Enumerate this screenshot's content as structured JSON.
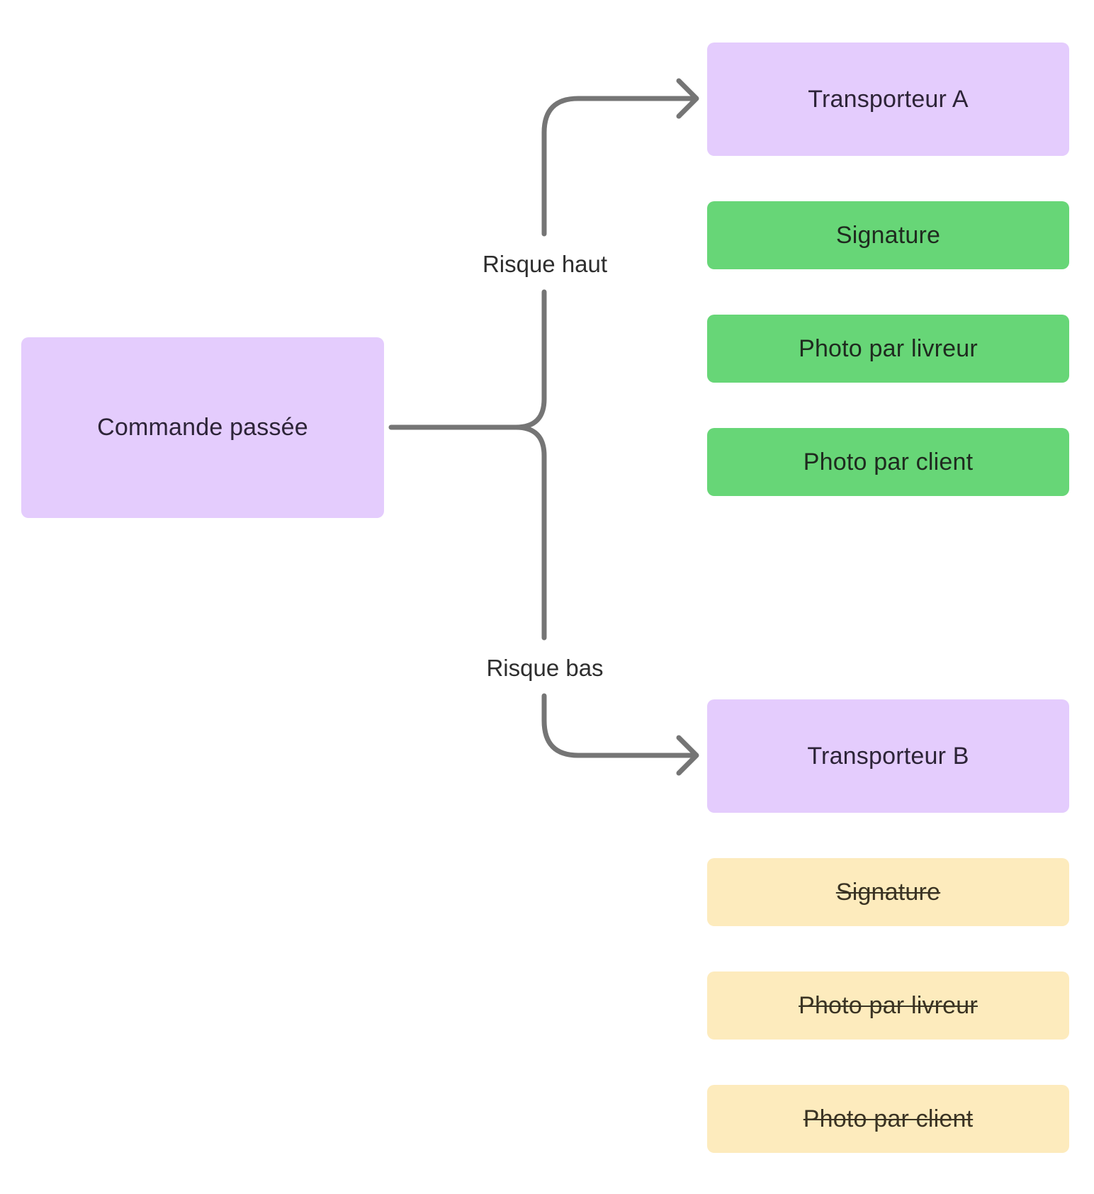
{
  "diagram": {
    "colors": {
      "connector": "#757575",
      "carrier_node": "#e4ccfd",
      "active_step": "#67d677",
      "inactive_step": "#fdebbd"
    },
    "source": {
      "label": "Commande passée"
    },
    "branches": {
      "high": {
        "condition": "Risque haut",
        "carrier": "Transporteur A",
        "steps": [
          "Signature",
          "Photo par livreur",
          "Photo par client"
        ],
        "steps_active": true
      },
      "low": {
        "condition": "Risque bas",
        "carrier": "Transporteur B",
        "steps": [
          "Signature",
          "Photo par livreur",
          "Photo par client"
        ],
        "steps_active": false
      }
    }
  }
}
